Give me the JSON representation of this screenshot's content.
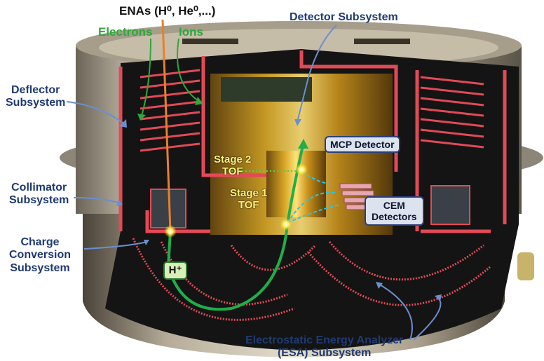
{
  "labels": {
    "enas": "ENAs (H⁰, He⁰,...)",
    "electrons": "Electrons",
    "ions": "Ions",
    "detector_subsystem": "Detector Subsystem",
    "deflector": [
      "Deflector",
      "Subsystem"
    ],
    "collimator": [
      "Collimator",
      "Subsystem"
    ],
    "charge_conversion": [
      "Charge",
      "Conversion",
      "Subsystem"
    ],
    "stage2": [
      "Stage 2",
      "TOF"
    ],
    "stage1": [
      "Stage 1",
      "TOF"
    ],
    "mcp_detector": "MCP Detector",
    "cem_detectors": [
      "CEM",
      "Detectors"
    ],
    "h_plus": "H⁺",
    "esa": [
      "Electrostatic Energy Analyzer",
      "(ESA) Subsystem"
    ]
  },
  "colors": {
    "label_navy": "#1f3a73",
    "label_green": "#2fa83a",
    "ion_path": "#1fae4a",
    "enas_beam": "#e8802a",
    "cyan_path": "#29c6e8",
    "housing_red": "#e24a56",
    "gold": "#d7a628"
  }
}
